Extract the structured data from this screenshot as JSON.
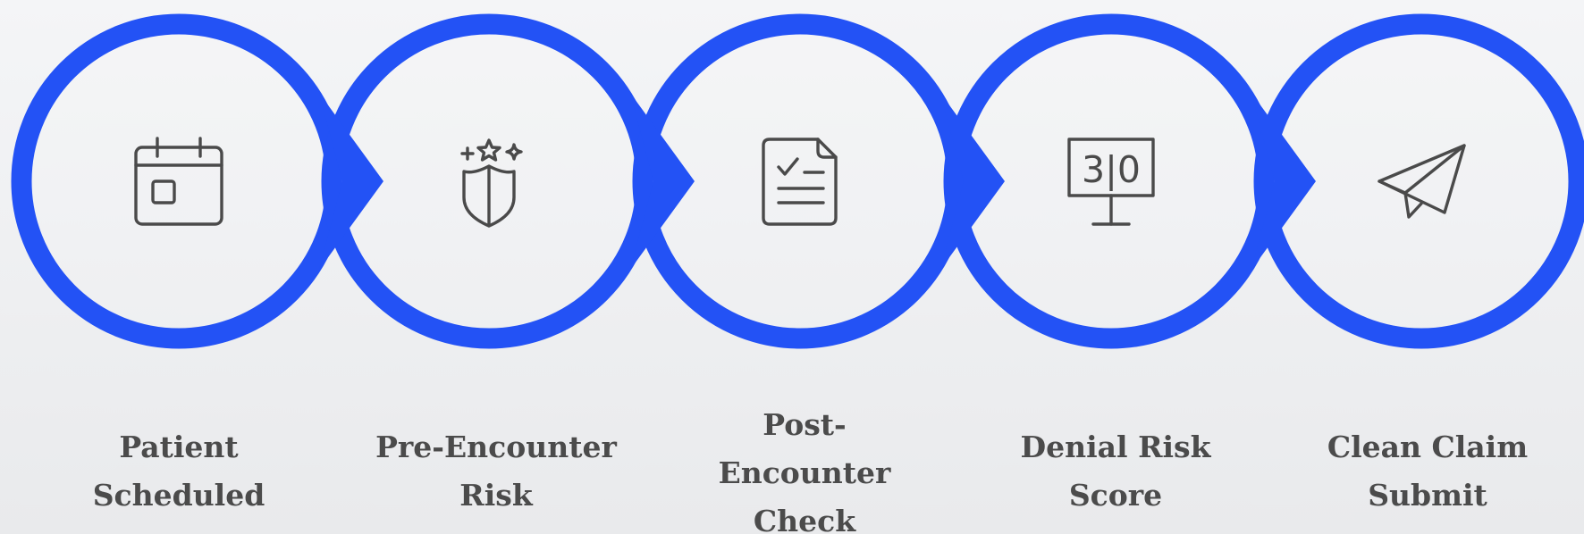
{
  "flow": {
    "accent_color": "#2352f5",
    "icon_color": "#4a4a4a",
    "label_color": "#4b4b4b",
    "steps": [
      {
        "label_line1": "Patient",
        "label_line2": "Scheduled",
        "label_line3": "",
        "icon": "calendar-icon"
      },
      {
        "label_line1": "Pre-Encounter",
        "label_line2": "Risk",
        "label_line3": "",
        "icon": "shield-stars-icon"
      },
      {
        "label_line1": "Post-",
        "label_line2": "Encounter",
        "label_line3": "Check",
        "icon": "checklist-document-icon"
      },
      {
        "label_line1": "Denial Risk",
        "label_line2": "Score",
        "label_line3": "",
        "icon": "score-board-icon"
      },
      {
        "label_line1": "Clean Claim",
        "label_line2": "Submit",
        "label_line3": "",
        "icon": "paper-plane-icon"
      }
    ],
    "score_board_text": "3|0"
  }
}
